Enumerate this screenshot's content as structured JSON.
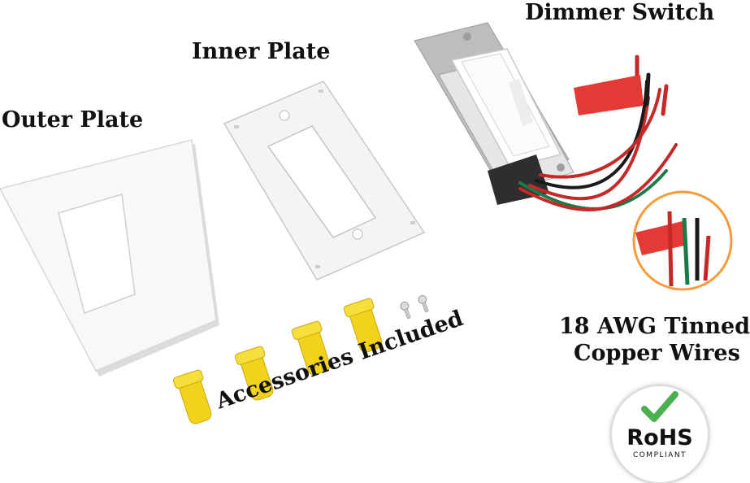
{
  "labels": {
    "outer_plate": "Outer Plate",
    "inner_plate": "Inner Plate",
    "dimmer_switch": "Dimmer Switch",
    "wires_line1": "18 AWG Tinned",
    "wires_line2": "Copper Wires",
    "accessories": "Accessories Included"
  },
  "badge": {
    "main": "RoHS",
    "sub": "COMPLIANT",
    "icon": "checkmark-icon",
    "check_color": "#4caf50"
  },
  "colors": {
    "plate": "#f7f7f7",
    "wire_nut": "#f2d21a",
    "wire_red": "#c62828",
    "wire_green": "#1b7a4a",
    "wire_black": "#1a1a1a",
    "tag_red": "#e53935",
    "circle_orange": "#f39c3b"
  }
}
